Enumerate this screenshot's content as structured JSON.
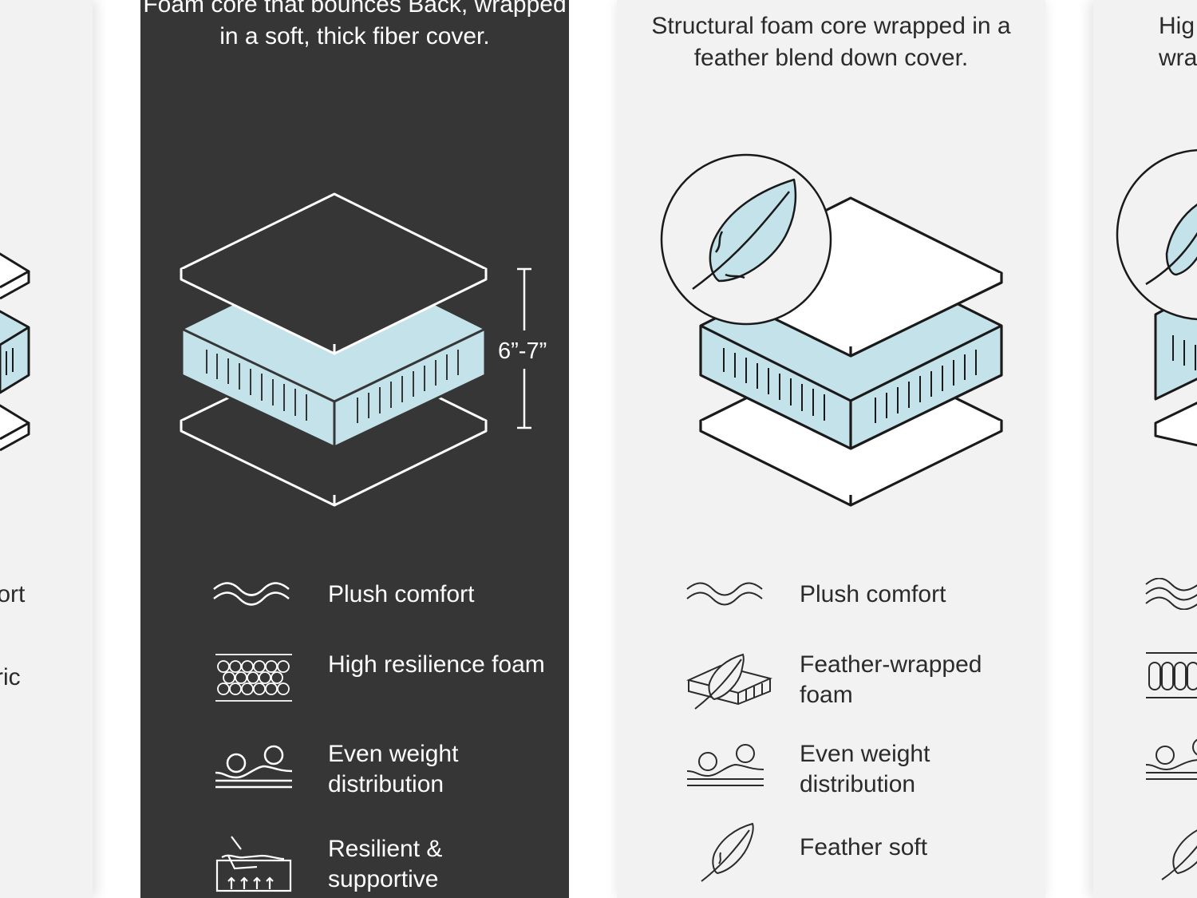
{
  "left_panel": {
    "features": [
      "fort",
      "ric"
    ]
  },
  "dark_panel": {
    "description": "Foam core that bounces Back, wrapped in a soft, thick fiber cover.",
    "dimension_label": "6”-7”",
    "features": [
      {
        "icon": "wave-icon",
        "label": "Plush comfort"
      },
      {
        "icon": "honeycomb-foam-icon",
        "label": "High resilience foam"
      },
      {
        "icon": "weight-distribution-icon",
        "label": "Even weight distribution"
      },
      {
        "icon": "resilient-support-icon",
        "label": "Resilient & supportive"
      }
    ]
  },
  "light_panel": {
    "description": "Structural foam core wrapped in a feather blend down cover.",
    "features": [
      {
        "icon": "wave-icon",
        "label": "Plush comfort"
      },
      {
        "icon": "feather-foam-icon",
        "label": "Feather-wrapped foam"
      },
      {
        "icon": "weight-distribution-icon",
        "label": "Even weight distribution"
      },
      {
        "icon": "feather-icon",
        "label": "Feather soft"
      }
    ]
  },
  "right_panel": {
    "description": "Hig wra"
  },
  "colors": {
    "dark_bg": "#363636",
    "light_bg": "#f2f2f2",
    "core_blue": "#c3e2ea",
    "line_dark": "#1a1a1a"
  }
}
